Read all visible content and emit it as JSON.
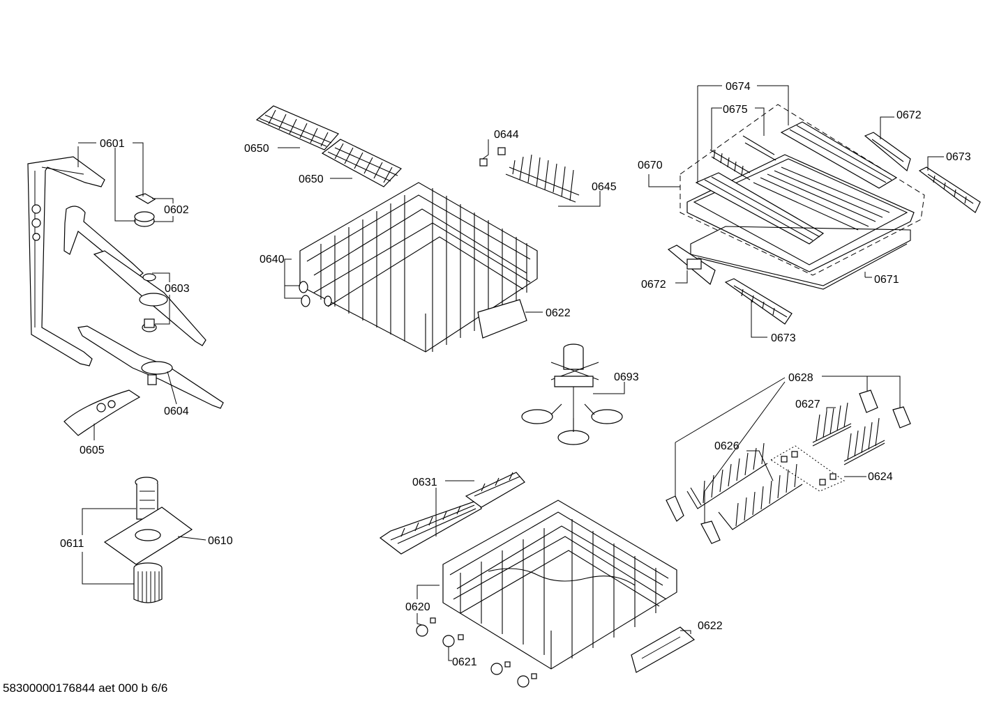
{
  "labels": {
    "p0601": "0601",
    "p0602": "0602",
    "p0603": "0603",
    "p0604": "0604",
    "p0605": "0605",
    "p0610": "0610",
    "p0611": "0611",
    "p0620": "0620",
    "p0621": "0621",
    "p0622_top": "0622",
    "p0622_bottom": "0622",
    "p0624": "0624",
    "p0626": "0626",
    "p0627": "0627",
    "p0628": "0628",
    "p0631": "0631",
    "p0640": "0640",
    "p0644": "0644",
    "p0645": "0645",
    "p0650_a": "0650",
    "p0650_b": "0650",
    "p0670": "0670",
    "p0671": "0671",
    "p0672_top": "0672",
    "p0672_bottom": "0672",
    "p0673_top": "0673",
    "p0673_bottom": "0673",
    "p0674": "0674",
    "p0675": "0675",
    "p0693": "0693"
  },
  "footer": "58300000176844 aet 000 b 6/6"
}
